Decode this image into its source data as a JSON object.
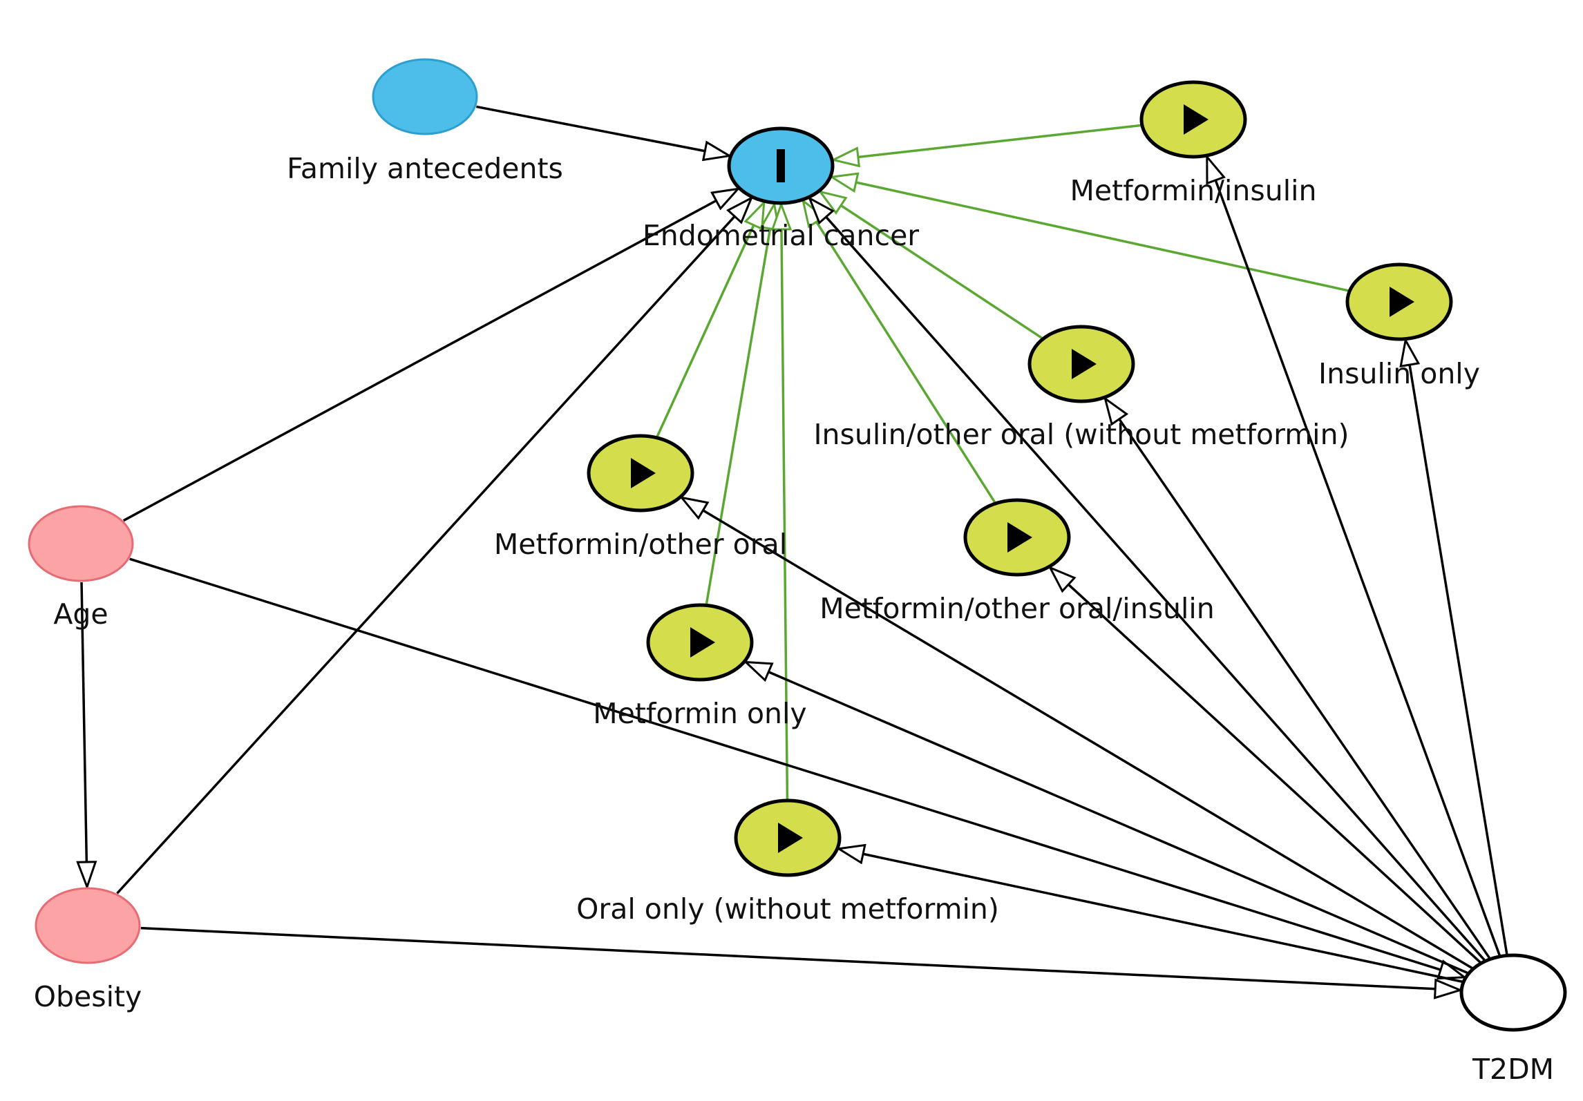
{
  "colors": {
    "outcome": "#4dbde9",
    "exposure_node": "#d4de4c",
    "confounder": "#fca3a6",
    "confounder_stroke": "#e86a72",
    "ancestor": "#4dbde9",
    "unobserved": "#ffffff",
    "green_edge": "#5aa832",
    "black_edge": "#000000"
  },
  "nodes": {
    "family": {
      "label": "Family antecedents",
      "kind": "ancestor of outcome",
      "icon": "none"
    },
    "endo": {
      "label": "Endometrial cancer",
      "kind": "outcome",
      "icon": "outcome-bar-icon"
    },
    "met_ins": {
      "label": "Metformin/insulin",
      "kind": "exposure",
      "icon": "play-triangle-icon"
    },
    "ins_only": {
      "label": "Insulin only",
      "kind": "exposure",
      "icon": "play-triangle-icon"
    },
    "ins_other": {
      "label": "Insulin/other oral (without metformin)",
      "kind": "exposure",
      "icon": "play-triangle-icon"
    },
    "met_other": {
      "label": "Metformin/other oral",
      "kind": "exposure",
      "icon": "play-triangle-icon"
    },
    "met_other_ins": {
      "label": "Metformin/other oral/insulin",
      "kind": "exposure",
      "icon": "play-triangle-icon"
    },
    "met_only": {
      "label": "Metformin only",
      "kind": "exposure",
      "icon": "play-triangle-icon"
    },
    "oral_only": {
      "label": "Oral only (without metformin)",
      "kind": "exposure",
      "icon": "play-triangle-icon"
    },
    "age": {
      "label": "Age",
      "kind": "confounder",
      "icon": "none"
    },
    "obesity": {
      "label": "Obesity",
      "kind": "confounder",
      "icon": "none"
    },
    "t2dm": {
      "label": "T2DM",
      "kind": "unobserved",
      "icon": "none"
    }
  },
  "edges": [
    {
      "from": "family",
      "to": "endo",
      "style": "black"
    },
    {
      "from": "met_ins",
      "to": "endo",
      "style": "green"
    },
    {
      "from": "ins_only",
      "to": "endo",
      "style": "green"
    },
    {
      "from": "ins_other",
      "to": "endo",
      "style": "green"
    },
    {
      "from": "met_other",
      "to": "endo",
      "style": "green"
    },
    {
      "from": "met_other_ins",
      "to": "endo",
      "style": "green"
    },
    {
      "from": "met_only",
      "to": "endo",
      "style": "green"
    },
    {
      "from": "oral_only",
      "to": "endo",
      "style": "green"
    },
    {
      "from": "age",
      "to": "endo",
      "style": "black"
    },
    {
      "from": "obesity",
      "to": "endo",
      "style": "black"
    },
    {
      "from": "t2dm",
      "to": "endo",
      "style": "black"
    },
    {
      "from": "age",
      "to": "obesity",
      "style": "black"
    },
    {
      "from": "age",
      "to": "t2dm",
      "style": "black"
    },
    {
      "from": "obesity",
      "to": "t2dm",
      "style": "black"
    },
    {
      "from": "t2dm",
      "to": "met_ins",
      "style": "black"
    },
    {
      "from": "t2dm",
      "to": "ins_only",
      "style": "black"
    },
    {
      "from": "t2dm",
      "to": "ins_other",
      "style": "black"
    },
    {
      "from": "t2dm",
      "to": "met_other",
      "style": "black"
    },
    {
      "from": "t2dm",
      "to": "met_other_ins",
      "style": "black"
    },
    {
      "from": "t2dm",
      "to": "met_only",
      "style": "black"
    },
    {
      "from": "t2dm",
      "to": "oral_only",
      "style": "black"
    }
  ]
}
